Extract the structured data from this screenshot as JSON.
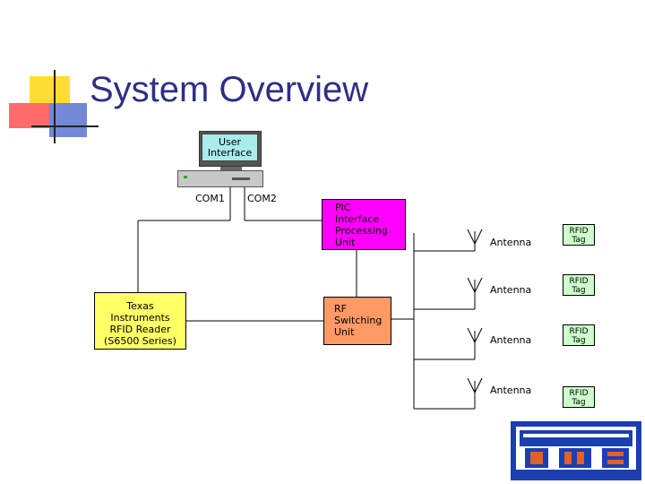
{
  "slide": {
    "title": "System Overview"
  },
  "diagram": {
    "user_interface": [
      "User",
      "Interface"
    ],
    "com1": "COM1",
    "com2": "COM2",
    "pic_unit": [
      "PIC",
      "Interface",
      "Processing",
      "Unit"
    ],
    "reader": [
      "Texas",
      "Instruments",
      "RFID  Reader",
      "(S6500  Series)"
    ],
    "rf_unit": [
      "RF",
      "Switching",
      "Unit"
    ],
    "antennas": [
      {
        "label": "Antenna",
        "tag": [
          "RFID",
          "Tag"
        ]
      },
      {
        "label": "Antenna",
        "tag": [
          "RFID",
          "Tag"
        ]
      },
      {
        "label": "Antenna",
        "tag": [
          "RFID",
          "Tag"
        ]
      },
      {
        "label": "Antenna",
        "tag": [
          "RFID",
          "Tag"
        ]
      }
    ]
  },
  "colors": {
    "title": "#2d2f86",
    "pic_unit": "#ff00ff",
    "reader": "#ffff66",
    "rf_unit": "#ff9966",
    "tag": "#ccffcc",
    "screen": "#a8ecec"
  },
  "icons": [
    "computer-icon",
    "antenna-icon",
    "logo-icon"
  ]
}
